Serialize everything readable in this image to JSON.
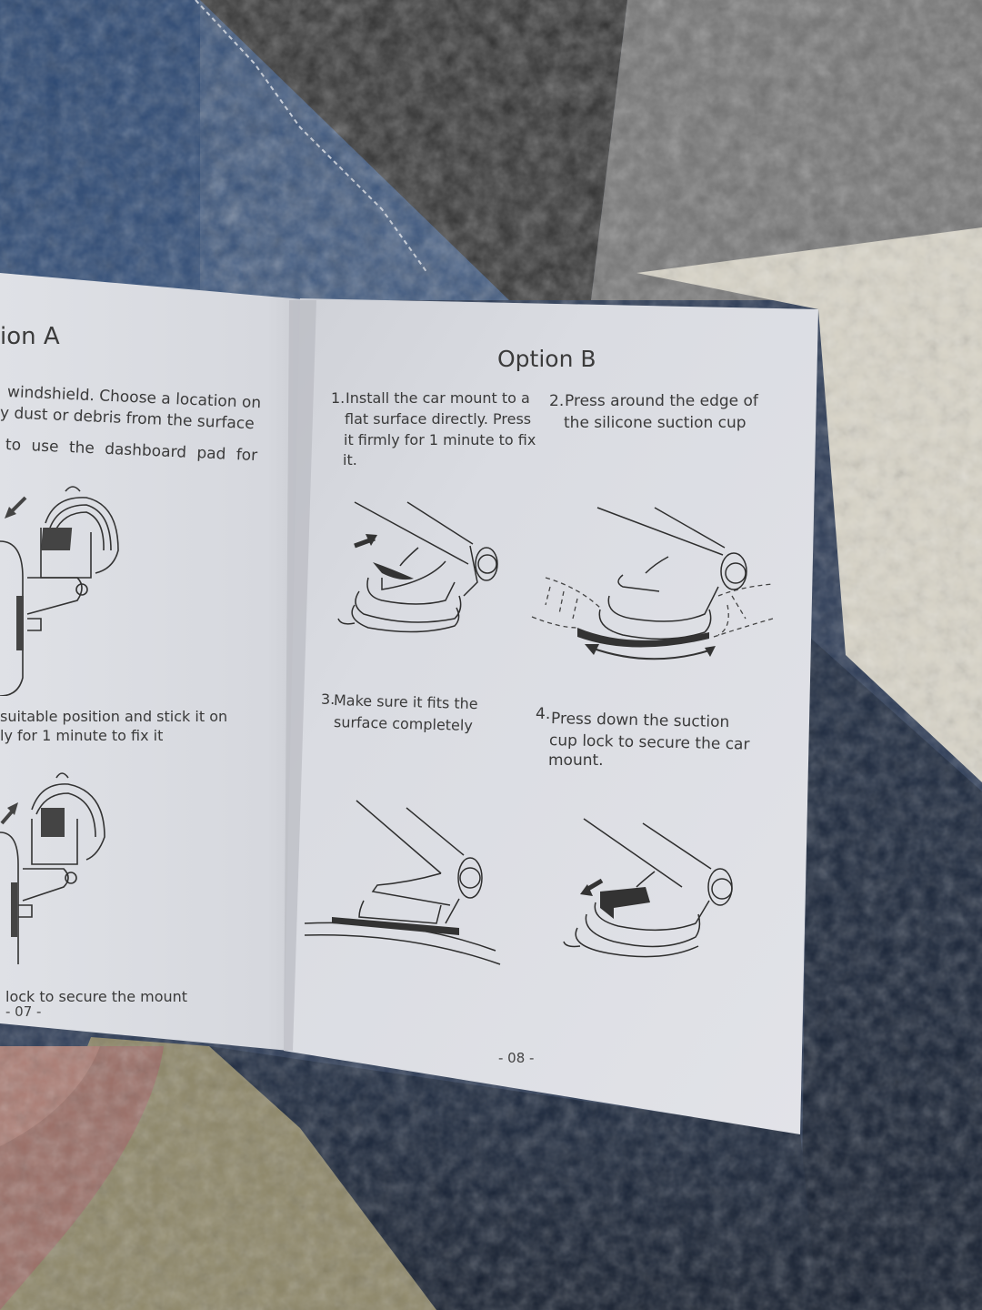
{
  "scene": {
    "description": "Photo of an open car phone mount instruction booklet held on a lap",
    "colors": {
      "denim_light": "#2f4b75",
      "denim_dark": "#1a2436",
      "black_fleece": "#262626",
      "grey_fleece": "#6e6e6e",
      "white_fleece": "#d8d4c6",
      "paper_left": "#d9dbe0",
      "paper_right": "#dcdee4",
      "paper_highlight": "#eceef2",
      "ink": "#3a3a3a",
      "floor": "#8c8565",
      "skin": "#9a6e66"
    }
  },
  "left_page": {
    "heading": "ion A",
    "paragraph_lines": [
      "windshield. Choose a location on",
      "y dust or debris from the surface",
      "to  use  the  dashboard  pad  for"
    ],
    "step_text_lines": [
      "suitable position and stick it on",
      "ly for 1 minute to fix it"
    ],
    "bottom_text": "lock to secure the mount",
    "page_number": "- 07 -"
  },
  "right_page": {
    "heading": "Option B",
    "steps": [
      {
        "number": "1.",
        "lines": [
          "Install the car mount to a",
          "flat surface directly. Press",
          "it firmly for 1 minute to fix",
          "it."
        ]
      },
      {
        "number": "2.",
        "lines": [
          "Press around the edge of",
          "the silicone suction cup"
        ]
      },
      {
        "number": "3.",
        "lines": [
          "Make sure it fits the",
          "surface completely"
        ]
      },
      {
        "number": "4.",
        "lines": [
          "Press down the suction",
          "cup lock to secure the car",
          "mount."
        ]
      }
    ],
    "page_number": "- 08 -"
  },
  "illustrations": [
    {
      "id": "step1",
      "icon": "suction-mount-with-arrow-icon"
    },
    {
      "id": "step2",
      "icon": "suction-mount-pressing-edges-icon"
    },
    {
      "id": "step3",
      "icon": "suction-mount-on-surface-icon"
    },
    {
      "id": "step4",
      "icon": "suction-mount-lock-down-icon"
    },
    {
      "id": "left-top",
      "icon": "windshield-mount-with-phone-icon"
    },
    {
      "id": "left-bottom",
      "icon": "windshield-mount-with-phone-icon"
    }
  ]
}
